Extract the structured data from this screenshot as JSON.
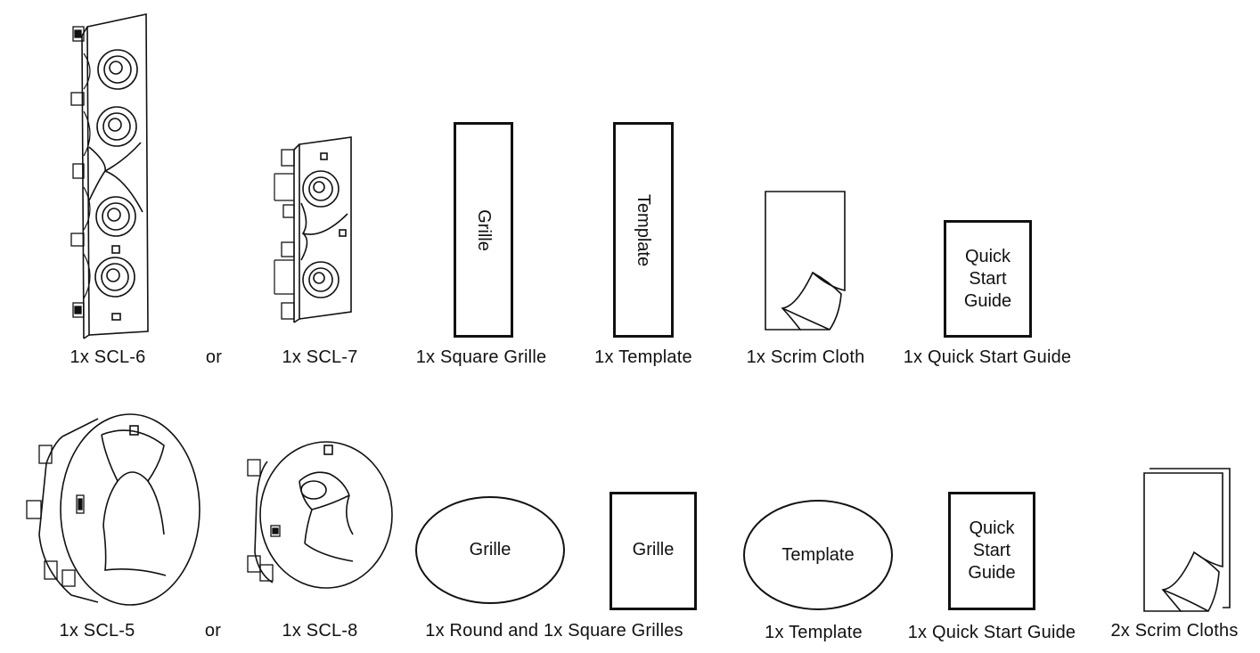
{
  "row1": {
    "captions": {
      "scl6": "1x SCL-6",
      "or1": "or",
      "scl7": "1x SCL-7",
      "square_grille": "1x Square Grille",
      "template": "1x Template",
      "scrim_cloth": "1x Scrim Cloth",
      "quick_start": "1x Quick Start Guide"
    },
    "grille_label": "Grille",
    "template_label": "Template",
    "guide_lines": [
      "Quick",
      "Start",
      "Guide"
    ]
  },
  "row2": {
    "captions": {
      "scl5": "1x SCL-5",
      "or2": "or",
      "scl8": "1x SCL-8",
      "grilles": "1x Round and 1x Square Grilles",
      "template": "1x Template",
      "quick_start": "1x Quick Start Guide",
      "scrim_cloths": "2x Scrim Cloths"
    },
    "round_grille_label": "Grille",
    "square_grille_label": "Grille",
    "template_label": "Template",
    "guide_lines": [
      "Quick",
      "Start",
      "Guide"
    ]
  }
}
